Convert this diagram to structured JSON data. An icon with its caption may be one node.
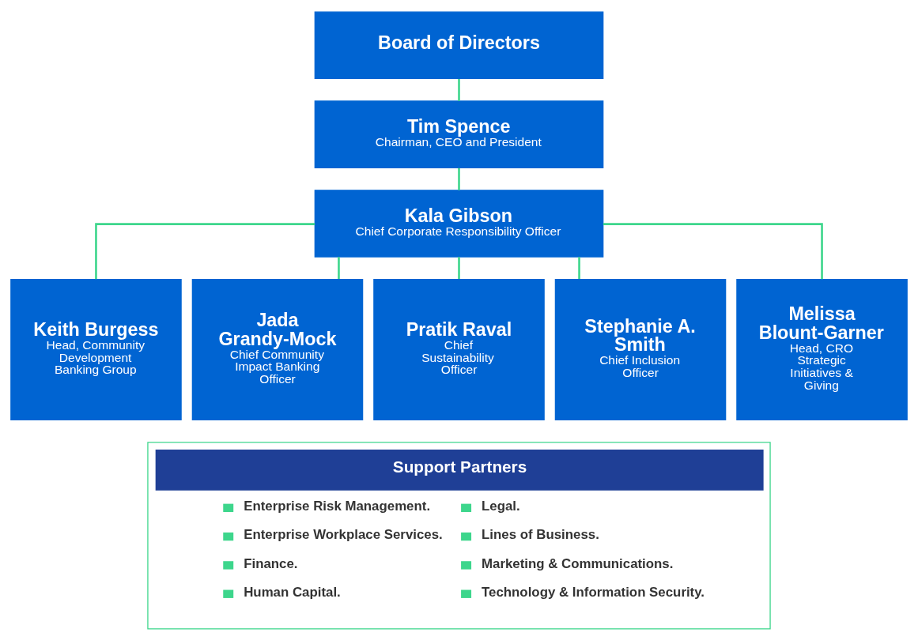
{
  "diagram": {
    "nodes": [
      {
        "text": [
          "Board of Directors"
        ]
      },
      {
        "text": [
          "Tim Spence",
          "Chairman, CEO and President"
        ]
      },
      {
        "text": [
          "Kala Gibson",
          "Chief Corporate Responsibility Officer"
        ]
      },
      {
        "text": [
          "Keith Burgess",
          "Head, Community Development Banking Group"
        ]
      },
      {
        "text": [
          "Jada Grandy-Mock",
          "Chief Community Impact Banking Officer"
        ]
      },
      {
        "text": [
          "Pratik Raval",
          "Chief Sustainability Officer"
        ]
      },
      {
        "text": [
          "Stephanie A. Smith",
          "Chief Inclusion Officer"
        ]
      },
      {
        "text": [
          "Melissa Blount-Garner",
          "Head, CRO Strategic Initiatives & Giving"
        ]
      },
      {
        "text": [
          "Support Partners",
          "Enterprise Risk Management.",
          "Enterprise Workplace Services.",
          "Finance.",
          "Human Capital.",
          "Legal.",
          "Lines of Business.",
          "Marketing & Communications.",
          "Technology & Information Security."
        ]
      }
    ],
    "edges": [
      {
        "from": 0,
        "to": 1,
        "arrow": "none"
      },
      {
        "from": 1,
        "to": 2,
        "arrow": "none"
      },
      {
        "from": 2,
        "to": 3,
        "arrow": "none"
      },
      {
        "from": 2,
        "to": 4,
        "arrow": "none"
      },
      {
        "from": 2,
        "to": 5,
        "arrow": "none"
      },
      {
        "from": 2,
        "to": 6,
        "arrow": "none"
      },
      {
        "from": 2,
        "to": 7,
        "arrow": "none"
      }
    ]
  }
}
